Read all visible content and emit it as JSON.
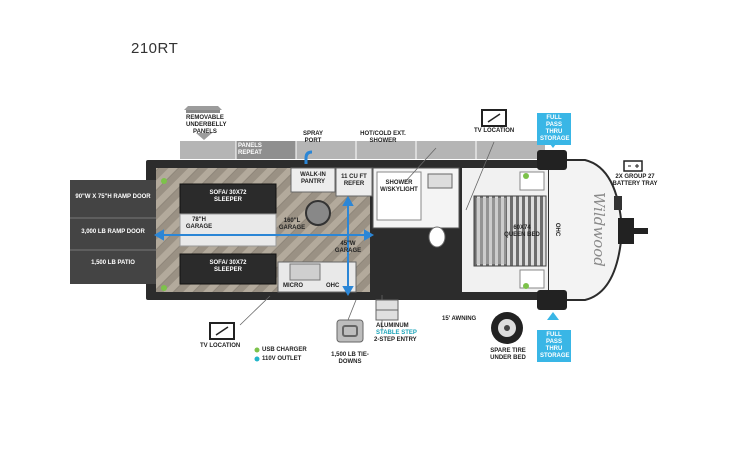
{
  "model": "210RT",
  "labels": {
    "removable_panels": "REMOVABLE UNDERBELLY PANELS",
    "panels_repeat": "PANELS REPEAT",
    "spray_port": "SPRAY PORT",
    "shower": "HOT/COLD EXT. SHOWER",
    "tv_location_top": "TV LOCATION",
    "pass_thru_top": "FULL PASS THRU STORAGE",
    "battery_tray": "2X GROUP 27 BATTERY TRAY",
    "ramp_door_size": "90\"W x 75\"H RAMP DOOR",
    "ramp_door_lb": "3,000 LB RAMP DOOR",
    "patio": "1,500 LB PATIO",
    "sofa_top": "SOFA/ 30x72 SLEEPER",
    "sofa_bottom": "SOFA/ 30x72 SLEEPER",
    "garage_height": "78\"H GARAGE",
    "garage_length": "160\"L GARAGE",
    "garage_width": "45\"W GARAGE",
    "walk_in_pantry": "WALK-IN PANTRY",
    "refer": "11 CU FT REFER",
    "shower_skylight": "SHOWER w/SKYLIGHT",
    "queen_bed": "60x74 QUEEN BED",
    "ohc_front": "OHC",
    "micro": "MICRO",
    "ohc_kitchen": "OHC",
    "aluminum_step": "ALUMINUM",
    "stable_step": "STABLE STEP",
    "entry": "2-STEP ENTRY",
    "tie_downs": "1,500 LB TIE-DOWNS",
    "awning": "15' AWNING",
    "spare_tire": "SPARE TIRE UNDER BED",
    "pass_thru_bottom": "FULL PASS THRU STORAGE",
    "tv_location_bottom": "TV LOCATION",
    "usb_charger": "USB CHARGER",
    "outlet": "110V OUTLET"
  },
  "colors": {
    "accent_blue": "#39b6e6",
    "usb_green": "#7cc24a",
    "outlet_teal": "#22b5c9",
    "dimension_blue": "#2b86d6"
  }
}
